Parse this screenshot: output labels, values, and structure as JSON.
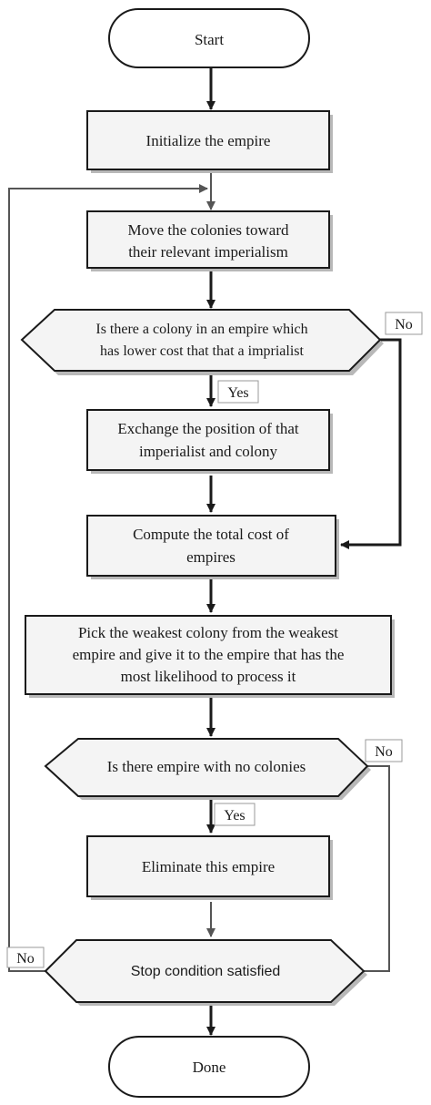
{
  "nodes": {
    "start": "Start",
    "init": "Initialize the empire",
    "move_line1": "Move the colonies toward",
    "move_line2": "their relevant imperialism",
    "d1_line1": "Is there a colony in an empire which",
    "d1_line2": "has lower cost that that a imprialist",
    "exchange_line1": "Exchange the position of that",
    "exchange_line2": "imperialist and colony",
    "compute_line1": "Compute the total cost of",
    "compute_line2": "empires",
    "pick_line1": "Pick the weakest colony from the weakest",
    "pick_line2": "empire and give it to the empire that has the",
    "pick_line3": "most likelihood to process it",
    "d2": "Is there empire with no colonies",
    "eliminate": "Eliminate this empire",
    "d3": "Stop condition satisfied",
    "done": "Done"
  },
  "labels": {
    "d1_no": "No",
    "d1_yes": "Yes",
    "d2_no": "No",
    "d2_yes": "Yes",
    "d3_no": "No"
  }
}
